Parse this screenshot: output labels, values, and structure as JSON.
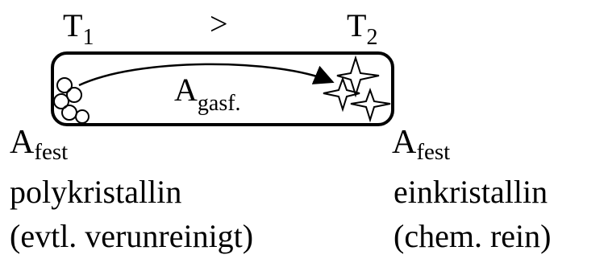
{
  "temperature_left": {
    "symbol": "T",
    "index": "1"
  },
  "relation": ">",
  "temperature_right": {
    "symbol": "T",
    "index": "2"
  },
  "gas_phase": {
    "symbol": "A",
    "subscript": "gasf."
  },
  "source": {
    "symbol": "A",
    "subscript": "fest",
    "line1": "polykristallin",
    "line2": "(evtl. verunreinigt)"
  },
  "product": {
    "symbol": "A",
    "subscript": "fest",
    "line1": "einkristallin",
    "line2": "(chem. rein)"
  },
  "colors": {
    "stroke": "#000000",
    "background": "#ffffff"
  }
}
